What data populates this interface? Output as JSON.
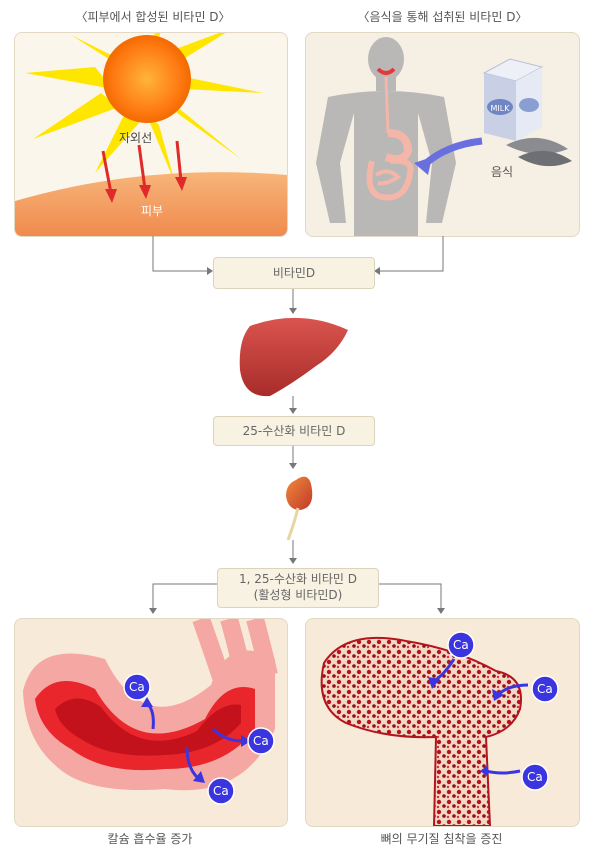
{
  "captions": {
    "skin": "〈피부에서 합성된 비타민 D〉",
    "food": "〈음식을 통해 섭취된 비타민 D〉",
    "intestine": "칼슘 흡수율 증가",
    "bone": "뼈의 무기질 침착을 증진"
  },
  "labels": {
    "uv": "자외선",
    "skin": "피부",
    "food": "음식",
    "milk": "MILK",
    "ca": "Ca"
  },
  "boxes": {
    "vitamin_d": "비타민D",
    "hydroxy25": "25-수산화 비타민 D",
    "active_line1": "1, 25-수산화 비타민 D",
    "active_line2": "(활성형 비타민D)"
  }
}
